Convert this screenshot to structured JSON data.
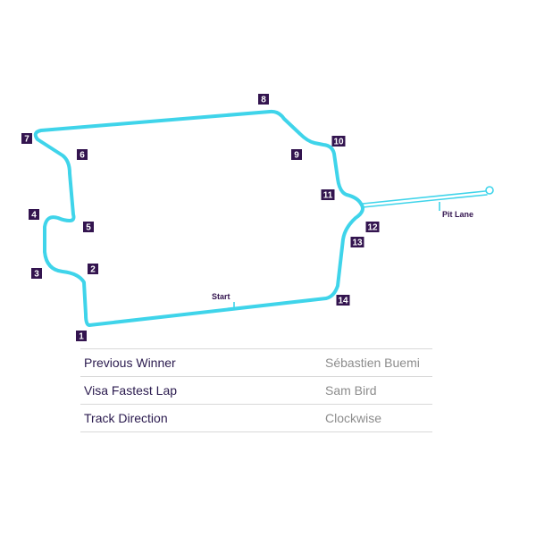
{
  "colors": {
    "track": "#3fd4ea",
    "turn_badge": "#33144f",
    "turn_text": "#ffffff",
    "marker_text": "#33144f",
    "row_key_text": "#2a1a4e",
    "row_value_text": "#8c8c8c"
  },
  "track_map": {
    "turns": [
      "1",
      "2",
      "3",
      "4",
      "5",
      "6",
      "7",
      "8",
      "9",
      "10",
      "11",
      "12",
      "13",
      "14"
    ],
    "start_label": "Start",
    "pit_lane_label": "Pit Lane"
  },
  "info_table": {
    "rows": [
      {
        "label": "Previous Winner",
        "value": "Sébastien Buemi"
      },
      {
        "label": "Visa Fastest Lap",
        "value": "Sam Bird"
      },
      {
        "label": "Track Direction",
        "value": "Clockwise"
      }
    ]
  }
}
